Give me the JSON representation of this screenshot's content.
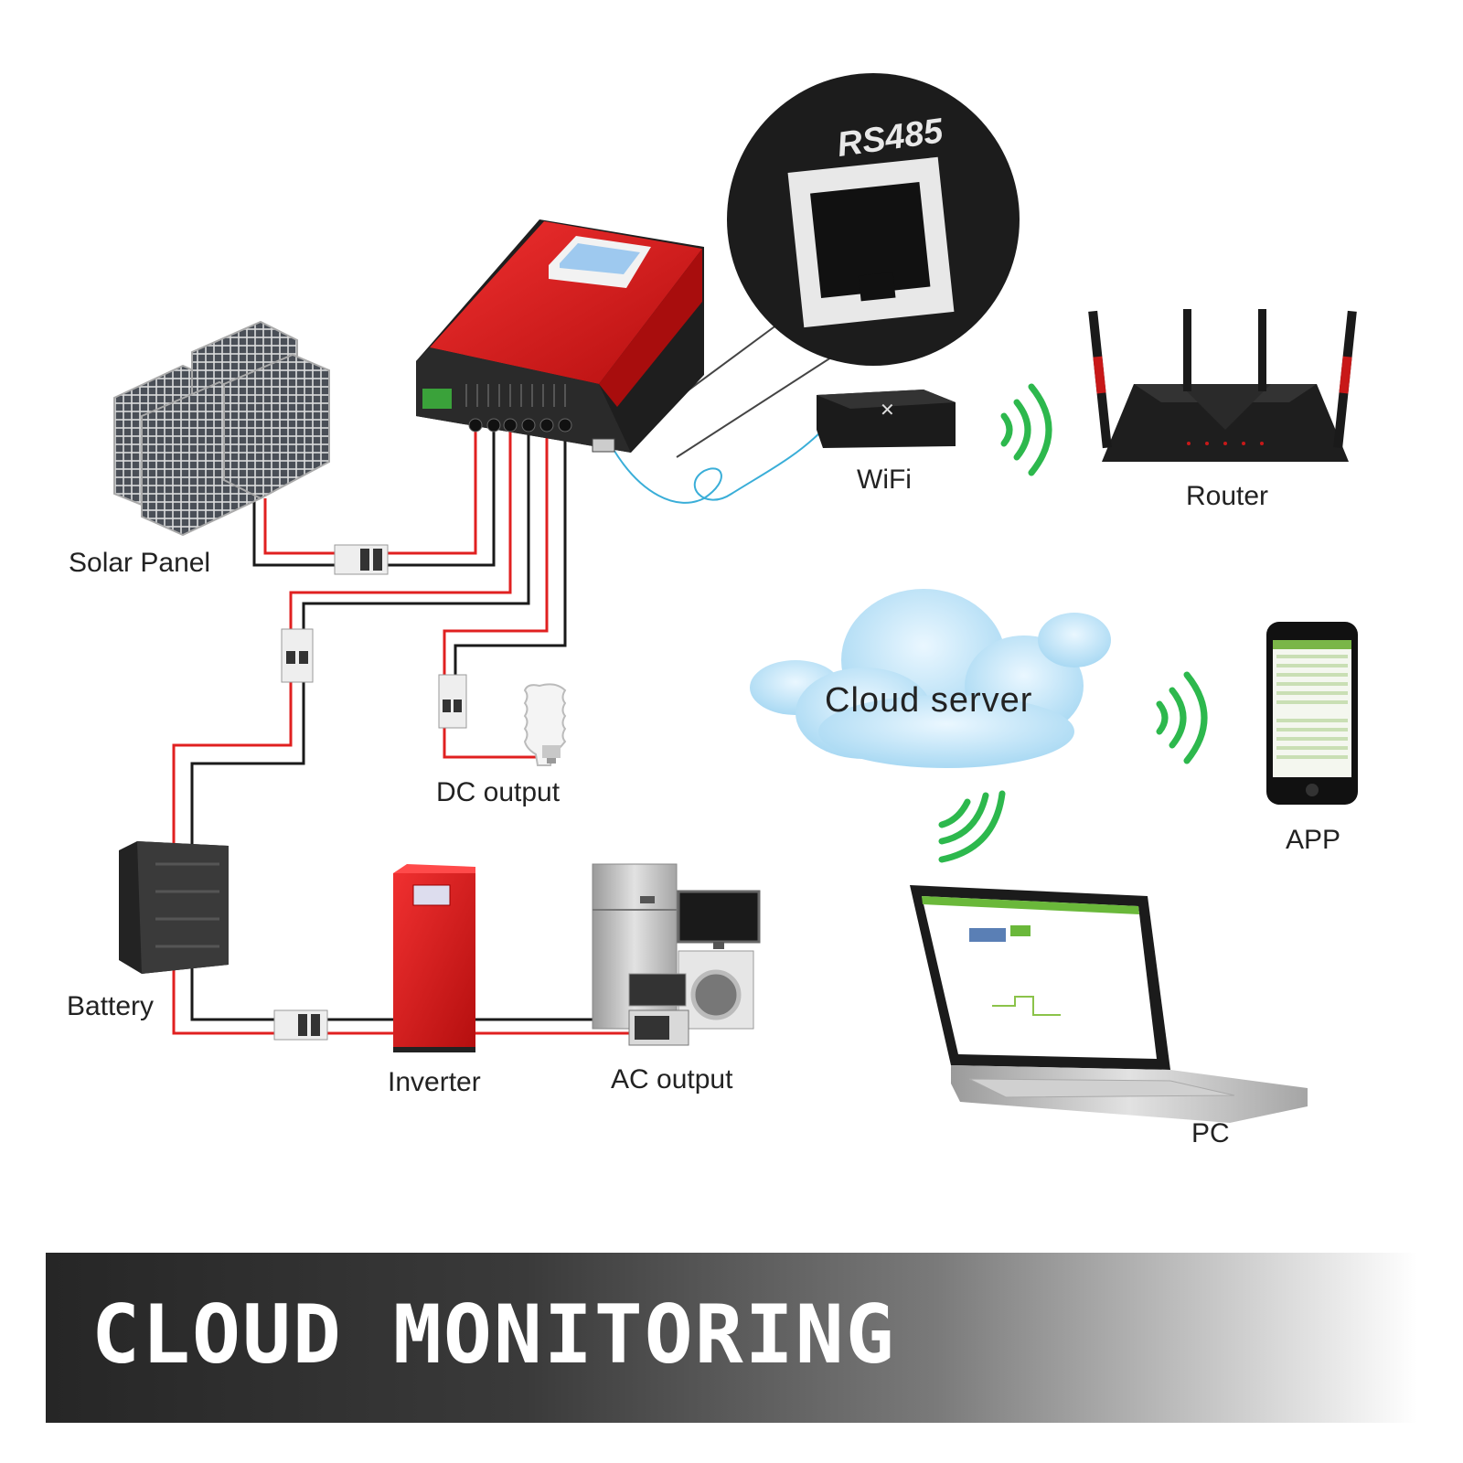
{
  "labels": {
    "solar_panel": "Solar Panel",
    "battery": "Battery",
    "dc_output": "DC output",
    "inverter": "Inverter",
    "ac_output": "AC output",
    "wifi": "WiFi",
    "router": "Router",
    "cloud_server": "Cloud server",
    "app": "APP",
    "pc": "PC",
    "rs485": "RS485"
  },
  "banner": {
    "title": "CLOUD MONITORING"
  },
  "colors": {
    "controller_red": "#e01b1b",
    "wire_red": "#e02020",
    "wire_black": "#1a1a1a",
    "data_cable": "#3aaed8",
    "signal_green": "#2db84d",
    "cloud_blue": "#bfe3f7"
  },
  "icons": [
    "solar-panel-icon",
    "charge-controller-icon",
    "rs485-port-icon",
    "wifi-module-icon",
    "router-icon",
    "cloud-icon",
    "smartphone-icon",
    "laptop-icon",
    "battery-icon",
    "inverter-icon",
    "appliances-icon",
    "bulb-icon",
    "breaker-icon",
    "signal-waves-icon"
  ]
}
